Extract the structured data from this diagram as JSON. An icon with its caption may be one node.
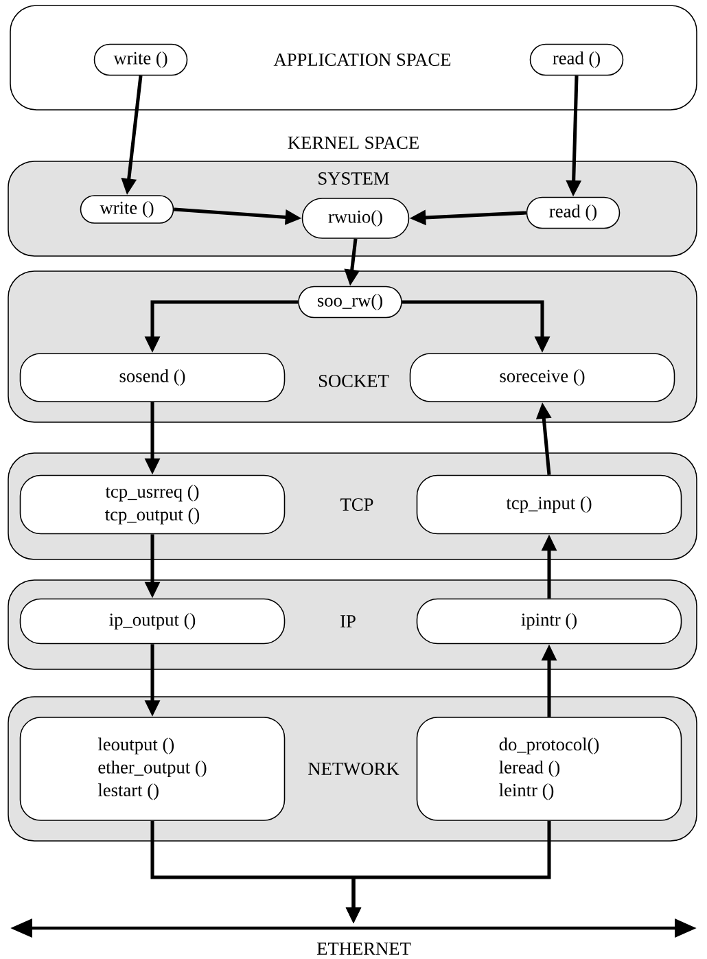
{
  "diagram": {
    "nodes": [
      {
        "text": [
          "APPLICATION SPACE"
        ]
      },
      {
        "text": [
          "write ()"
        ],
        "in": 0
      },
      {
        "text": [
          "read ()"
        ],
        "in": 0
      },
      {
        "text": [
          "SYSTEM"
        ]
      },
      {
        "text": [
          "write ()"
        ],
        "in": 3
      },
      {
        "text": [
          "rwuio()"
        ],
        "in": 3
      },
      {
        "text": [
          "read ()"
        ],
        "in": 3
      },
      {
        "text": [
          "SOCKET"
        ]
      },
      {
        "text": [
          "soo_rw()"
        ],
        "in": 7
      },
      {
        "text": [
          "sosend ()"
        ],
        "in": 7
      },
      {
        "text": [
          "soreceive ()"
        ],
        "in": 7
      },
      {
        "text": [
          "TCP"
        ]
      },
      {
        "text": [
          "tcp_usrreq ()",
          "tcp_output ()"
        ],
        "in": 11
      },
      {
        "text": [
          "tcp_input ()"
        ],
        "in": 11
      },
      {
        "text": [
          "IP"
        ]
      },
      {
        "text": [
          "ip_output ()"
        ],
        "in": 14
      },
      {
        "text": [
          "ipintr ()"
        ],
        "in": 14
      },
      {
        "text": [
          "NETWORK"
        ]
      },
      {
        "text": [
          "leoutput ()",
          "ether_output ()",
          "lestart ()"
        ],
        "in": 17
      },
      {
        "text": [
          "do_protocol()",
          "leread ()",
          "leintr ()"
        ],
        "in": 17
      },
      {
        "text": [
          "ETHERNET"
        ]
      }
    ],
    "edges": [
      {
        "from": 1,
        "to": 4,
        "arrow": "to"
      },
      {
        "from": 2,
        "to": 6,
        "arrow": "to"
      },
      {
        "from": 4,
        "to": 5,
        "arrow": "to"
      },
      {
        "from": 6,
        "to": 5,
        "arrow": "to"
      },
      {
        "from": 5,
        "to": 8,
        "arrow": "to"
      },
      {
        "from": 8,
        "to": 9,
        "arrow": "to"
      },
      {
        "from": 8,
        "to": 10,
        "arrow": "to"
      },
      {
        "from": 9,
        "to": 12,
        "arrow": "to"
      },
      {
        "from": 12,
        "to": 15,
        "arrow": "to"
      },
      {
        "from": 15,
        "to": 18,
        "arrow": "to"
      },
      {
        "from": 19,
        "to": 16,
        "arrow": "to"
      },
      {
        "from": 16,
        "to": 13,
        "arrow": "to"
      },
      {
        "from": 13,
        "to": 10,
        "arrow": "to"
      },
      {
        "from": 18,
        "to": 20,
        "arrow": "to"
      },
      {
        "from": 19,
        "to": 20,
        "arrow": "to"
      }
    ],
    "labels": [
      "KERNEL SPACE"
    ]
  }
}
